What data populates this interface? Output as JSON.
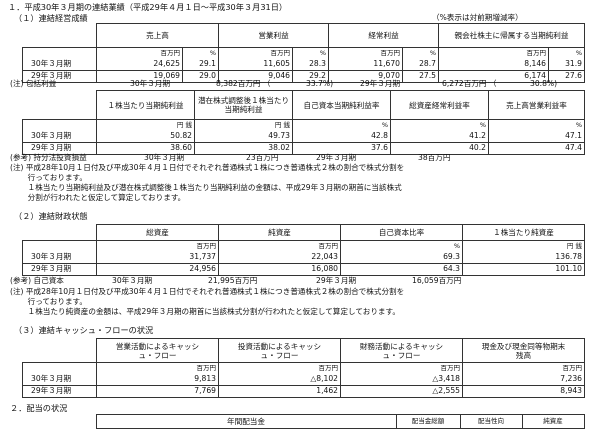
{
  "title": "１．平成30年３月期の連結業績（平成29年４月１日～平成30年３月31日）",
  "s1": {
    "heading": "（１）連結経営成績",
    "note": "（%表示は対前期増減率）",
    "headers": [
      "売上高",
      "営業利益",
      "経常利益",
      "親会社株主に帰属する当期純利益"
    ],
    "unit_m": "百万円",
    "unit_pct": "%",
    "rows": [
      {
        "label": "30年３月期",
        "vals": [
          "24,625",
          "29.1",
          "11,605",
          "28.3",
          "11,670",
          "28.7",
          "8,146",
          "31.9"
        ]
      },
      {
        "label": "29年３月期",
        "vals": [
          "19,069",
          "29.0",
          "9,046",
          "29.2",
          "9,070",
          "27.5",
          "6,174",
          "27.6"
        ]
      }
    ],
    "comp": {
      "label": "(注) 包括利益",
      "y30": "30年３月期",
      "v30": "8,382百万円 （",
      "p30": "33.7%)",
      "y29": "29年３月期",
      "v29": "6,272百万円 （",
      "p29": "30.8%)"
    }
  },
  "s1b": {
    "headers": [
      "１株当たり当期純利益",
      "潜在株式調整後１株当たり当期純利益",
      "自己資本当期純利益率",
      "総資産経常利益率",
      "売上高営業利益率"
    ],
    "unit_yen": "円 銭",
    "unit_pct": "%",
    "rows": [
      {
        "label": "30年３月期",
        "vals": [
          "50.82",
          "49.73",
          "42.8",
          "41.2",
          "47.1"
        ]
      },
      {
        "label": "29年３月期",
        "vals": [
          "38.60",
          "38.02",
          "37.6",
          "40.2",
          "47.4"
        ]
      }
    ],
    "ref": {
      "label": "(参考) 持分法投資損益",
      "y30": "30年３月期",
      "v30": "23百万円",
      "y29": "29年３月期",
      "v29": "38百万円"
    },
    "notes": [
      "(注) 平成28年10月１日付及び平成30年４月１日付でそれぞれ普通株式１株につき普通株式２株の割合で株式分割を",
      "　　 行っております。",
      "　　 １株当たり当期純利益及び潜在株式調整後１株当たり当期純利益の金額は、平成29年３月期の期首に当該株式",
      "　　 分割が行われたと仮定して算定しております。"
    ]
  },
  "s2": {
    "heading": "（２）連結財政状態",
    "headers": [
      "総資産",
      "純資産",
      "自己資本比率",
      "１株当たり純資産"
    ],
    "units": [
      "百万円",
      "百万円",
      "%",
      "円 銭"
    ],
    "rows": [
      {
        "label": "30年３月期",
        "vals": [
          "31,737",
          "22,043",
          "69.3",
          "136.78"
        ]
      },
      {
        "label": "29年３月期",
        "vals": [
          "24,956",
          "16,080",
          "64.3",
          "101.10"
        ]
      }
    ],
    "ref": {
      "label": "(参考) 自己資本",
      "y30": "30年３月期",
      "v30": "21,995百万円",
      "y29": "29年３月期",
      "v29": "16,059百万円"
    },
    "notes": [
      "(注) 平成28年10月１日付及び平成30年４月１日付でそれぞれ普通株式１株につき普通株式２株の割合で株式分割を",
      "　　 行っております。",
      "　　 １株当たり純資産の金額は、平成29年３月期の期首に当該株式分割が行われたと仮定して算定しております。"
    ]
  },
  "s3": {
    "heading": "（３）連結キャッシュ・フローの状況",
    "headers": [
      "営業活動によるキャッシュ・フロー",
      "投資活動によるキャッシュ・フロー",
      "財務活動によるキャッシュ・フロー",
      "現金及び現金同等物期末残高"
    ],
    "unit_m": "百万円",
    "rows": [
      {
        "label": "30年３月期",
        "vals": [
          "9,813",
          "△8,102",
          "△3,418",
          "7,236"
        ]
      },
      {
        "label": "29年３月期",
        "vals": [
          "7,769",
          "1,462",
          "△2,555",
          "8,943"
        ]
      }
    ]
  },
  "s4": {
    "heading": "２．配当の状況",
    "headers": [
      "年間配当金",
      "配当金総額",
      "配当性向",
      "純資産"
    ]
  }
}
